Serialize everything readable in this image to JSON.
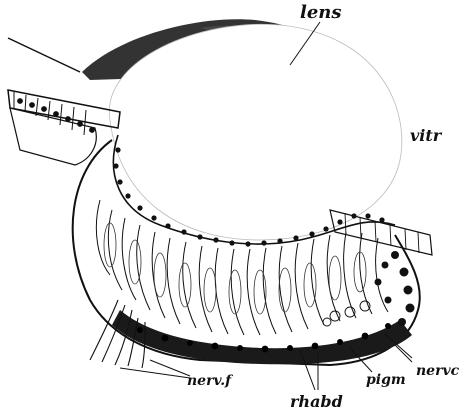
{
  "figure": {
    "labels": {
      "lens": "lens",
      "vitr": "vitr",
      "nervc": "nervc",
      "pigm": "pigm",
      "rhabd": "rhabd",
      "nervf": "nerv.f"
    },
    "colors": {
      "ink": "#111111",
      "paper": "#ffffff",
      "pigment": "#1a1a1a",
      "cornea": "#222222"
    }
  }
}
